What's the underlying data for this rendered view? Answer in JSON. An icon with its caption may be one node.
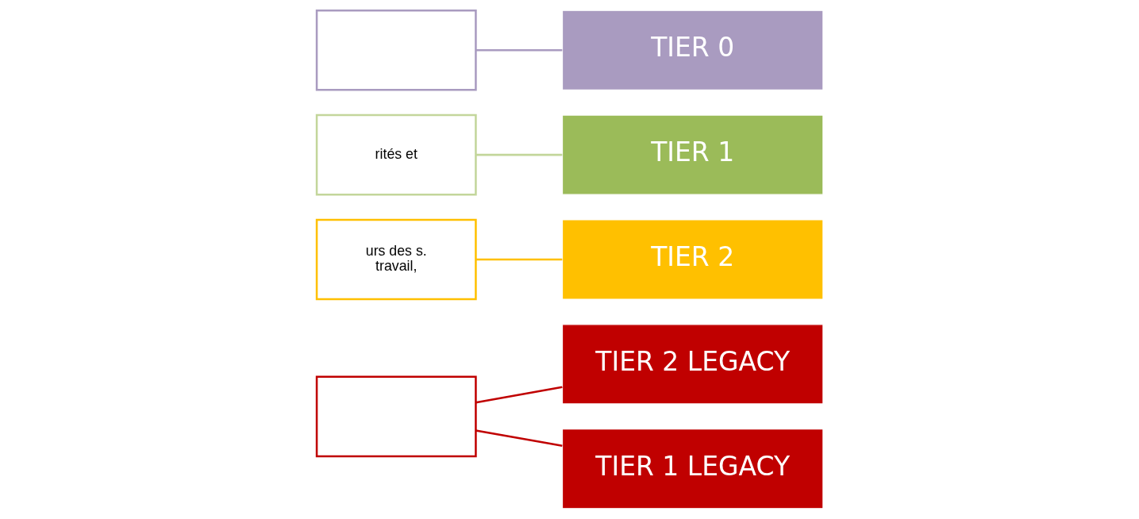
{
  "diagram": {
    "nodes": [
      {
        "text": [],
        "shape": "box"
      },
      {
        "text": [
          "rités et"
        ]
      },
      {
        "text": [
          "urs des s.",
          "travail,"
        ]
      },
      {
        "text": [],
        "shape": "box"
      },
      {
        "text": [
          "TIER 0"
        ]
      },
      {
        "text": [
          "TIER 1"
        ]
      },
      {
        "text": [
          "TIER 2"
        ]
      },
      {
        "text": [
          "TIER 1 LEGACY"
        ]
      },
      {
        "text": [
          "TIER 2 LEGACY"
        ]
      }
    ],
    "edges": [
      {
        "from": 0,
        "to": 4,
        "arrow": "none",
        "color": "#a99bc0"
      },
      {
        "from": 1,
        "to": 5,
        "arrow": "none",
        "color": "#c3d69b"
      },
      {
        "from": 2,
        "to": 6,
        "arrow": "none",
        "color": "#ffc000"
      },
      {
        "from": 3,
        "to": 7,
        "arrow": "none",
        "color": "#c00000"
      },
      {
        "from": 3,
        "to": 8,
        "arrow": "none",
        "color": "#c00000"
      }
    ]
  }
}
